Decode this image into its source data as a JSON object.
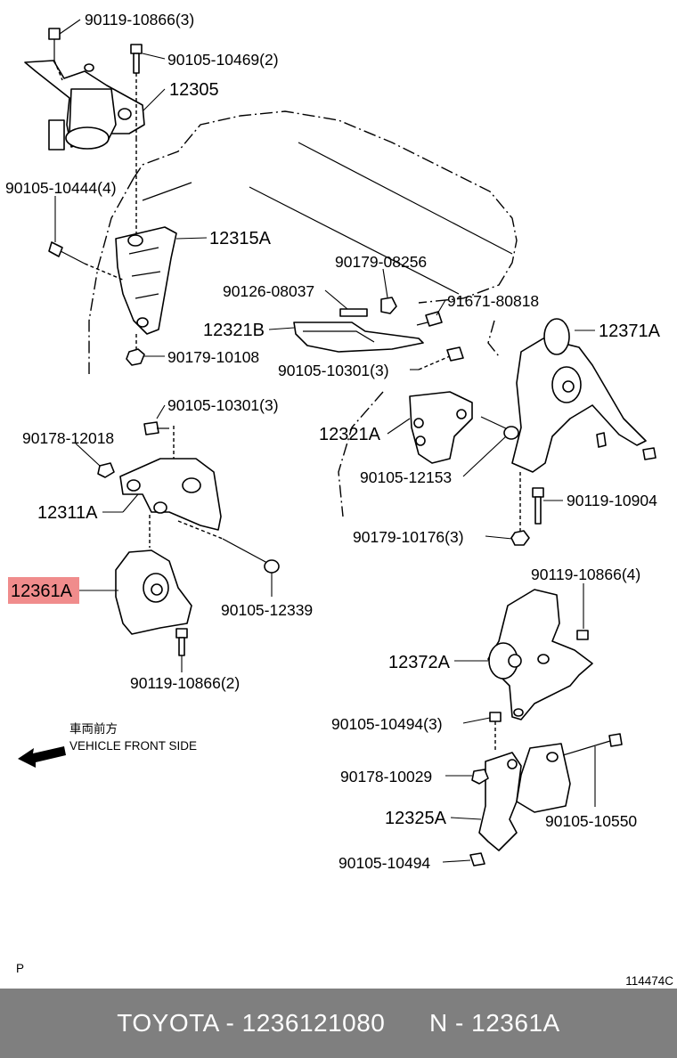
{
  "labels": [
    {
      "id": "l1",
      "text": "90119-10866(3)"
    },
    {
      "id": "l2",
      "text": "90105-10469(2)"
    },
    {
      "id": "l3",
      "text": "12305"
    },
    {
      "id": "l4",
      "text": "90105-10444(4)"
    },
    {
      "id": "l5",
      "text": "12315A"
    },
    {
      "id": "l6",
      "text": "90179-08256"
    },
    {
      "id": "l7",
      "text": "90126-08037"
    },
    {
      "id": "l8",
      "text": "91671-80818"
    },
    {
      "id": "l9",
      "text": "12321B"
    },
    {
      "id": "l10",
      "text": "12371A"
    },
    {
      "id": "l11",
      "text": "90179-10108"
    },
    {
      "id": "l12",
      "text": "90105-10301(3)"
    },
    {
      "id": "l13",
      "text": "90105-10301(3)"
    },
    {
      "id": "l14",
      "text": "90178-12018"
    },
    {
      "id": "l15",
      "text": "12321A"
    },
    {
      "id": "l16",
      "text": "90105-12153"
    },
    {
      "id": "l17",
      "text": "12311A"
    },
    {
      "id": "l18",
      "text": "90119-10904"
    },
    {
      "id": "l19",
      "text": "90179-10176(3)"
    },
    {
      "id": "l20",
      "text": "12361A"
    },
    {
      "id": "l21",
      "text": "90105-12339"
    },
    {
      "id": "l22",
      "text": "90119-10866(4)"
    },
    {
      "id": "l23",
      "text": "12372A"
    },
    {
      "id": "l24",
      "text": "90119-10866(2)"
    },
    {
      "id": "l25",
      "text": "90105-10494(3)"
    },
    {
      "id": "l26",
      "text": "90178-10029"
    },
    {
      "id": "l27",
      "text": "12325A"
    },
    {
      "id": "l28",
      "text": "90105-10550"
    },
    {
      "id": "l29",
      "text": "90105-10494"
    }
  ],
  "direction": {
    "jp": "車両前方",
    "en": "VEHICLE FRONT SIDE"
  },
  "corner_left": "P",
  "corner_right": "114474C",
  "footer": "TOYOTA - 1236121080      N - 12361A",
  "colors": {
    "highlight": "#f08c8c",
    "footer_bg": "#7f7f7f"
  }
}
